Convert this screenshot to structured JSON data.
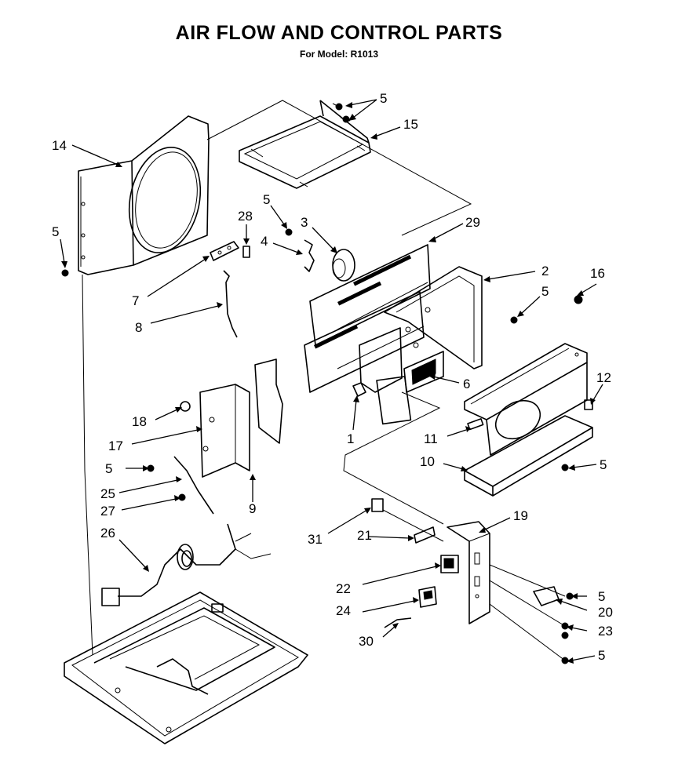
{
  "title": "AIR FLOW AND CONTROL PARTS",
  "subtitle": "For Model: R1013",
  "callouts": [
    {
      "id": "c-5a",
      "text": "5"
    },
    {
      "id": "c-15",
      "text": "15"
    },
    {
      "id": "c-14",
      "text": "14"
    },
    {
      "id": "c-5b",
      "text": "5"
    },
    {
      "id": "c-5c",
      "text": "5"
    },
    {
      "id": "c-28",
      "text": "28"
    },
    {
      "id": "c-3",
      "text": "3"
    },
    {
      "id": "c-29",
      "text": "29"
    },
    {
      "id": "c-4",
      "text": "4"
    },
    {
      "id": "c-2",
      "text": "2"
    },
    {
      "id": "c-16",
      "text": "16"
    },
    {
      "id": "c-7",
      "text": "7"
    },
    {
      "id": "c-5d",
      "text": "5"
    },
    {
      "id": "c-8",
      "text": "8"
    },
    {
      "id": "c-6",
      "text": "6"
    },
    {
      "id": "c-12",
      "text": "12"
    },
    {
      "id": "c-18",
      "text": "18"
    },
    {
      "id": "c-1",
      "text": "1"
    },
    {
      "id": "c-17",
      "text": "17"
    },
    {
      "id": "c-11",
      "text": "11"
    },
    {
      "id": "c-5e",
      "text": "5"
    },
    {
      "id": "c-10",
      "text": "10"
    },
    {
      "id": "c-5f",
      "text": "5"
    },
    {
      "id": "c-25",
      "text": "25"
    },
    {
      "id": "c-9",
      "text": "9"
    },
    {
      "id": "c-27",
      "text": "27"
    },
    {
      "id": "c-19",
      "text": "19"
    },
    {
      "id": "c-26",
      "text": "26"
    },
    {
      "id": "c-31",
      "text": "31"
    },
    {
      "id": "c-21",
      "text": "21"
    },
    {
      "id": "c-22",
      "text": "22"
    },
    {
      "id": "c-5g",
      "text": "5"
    },
    {
      "id": "c-20",
      "text": "20"
    },
    {
      "id": "c-24",
      "text": "24"
    },
    {
      "id": "c-23",
      "text": "23"
    },
    {
      "id": "c-30",
      "text": "30"
    },
    {
      "id": "c-5h",
      "text": "5"
    }
  ]
}
